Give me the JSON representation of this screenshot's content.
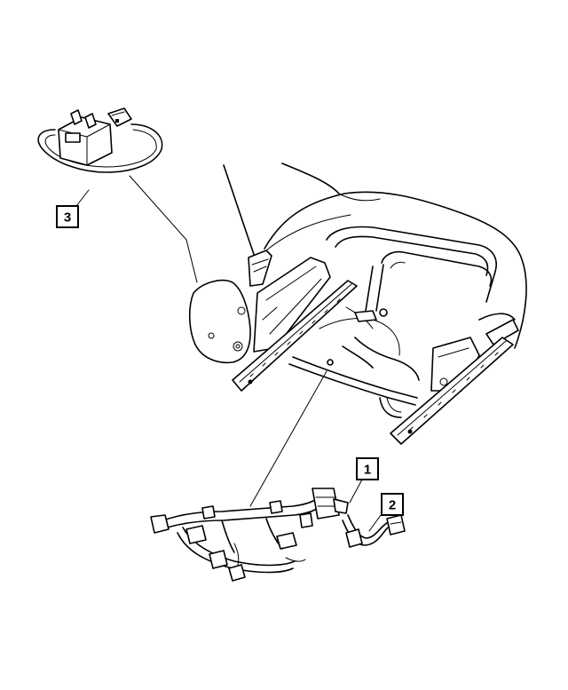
{
  "callouts": [
    {
      "id": "1",
      "label": "1",
      "part": "seat-wiring-harness"
    },
    {
      "id": "2",
      "label": "2",
      "part": "seat-wire-jumper"
    },
    {
      "id": "3",
      "label": "3",
      "part": "seat-module-with-harness"
    }
  ]
}
